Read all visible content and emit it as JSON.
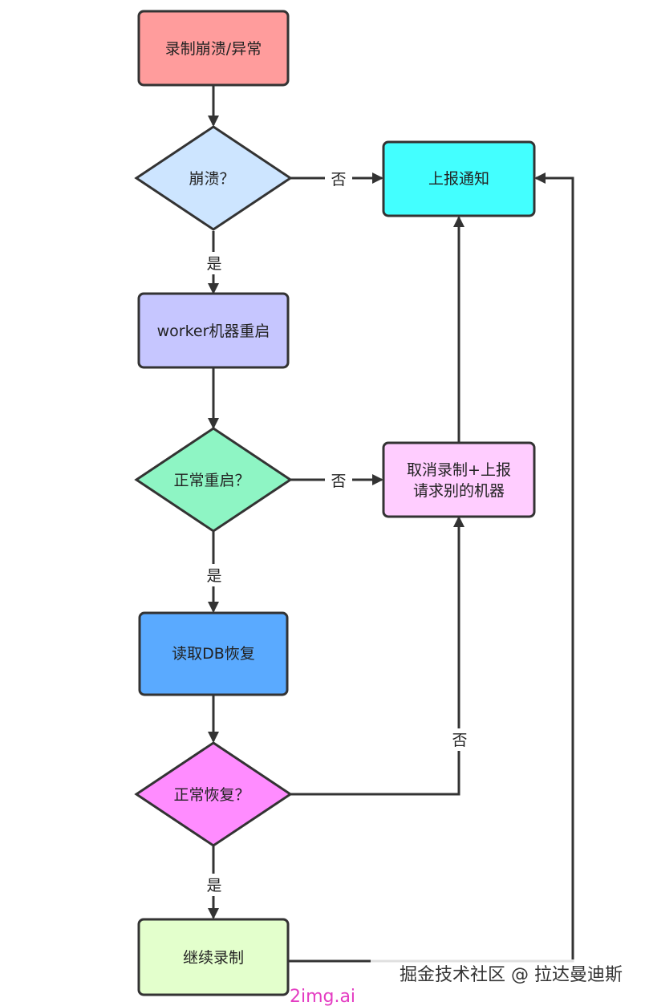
{
  "nodes": {
    "record_crash": {
      "label": "录制崩溃/异常",
      "fill": "#ff9c9c"
    },
    "crash_decision": {
      "label": "崩溃？",
      "fill": "#cde5ff"
    },
    "report_notify": {
      "label": "上报通知",
      "fill": "#43ffff"
    },
    "worker_restart": {
      "label": "worker机器重启",
      "fill": "#c6c6ff"
    },
    "normal_restart": {
      "label": "正常重启？",
      "fill": "#8ef5c4"
    },
    "cancel_record": {
      "label_line1": "取消录制+上报",
      "label_line2": "请求别的机器",
      "fill": "#ffcdff"
    },
    "read_db": {
      "label": "读取DB恢复",
      "fill": "#5aaaff"
    },
    "normal_recover": {
      "label": "正常恢复？",
      "fill": "#ff8cff"
    },
    "continue_record": {
      "label": "继续录制",
      "fill": "#e3ffcc"
    }
  },
  "edges": {
    "yes": "是",
    "no": "否"
  },
  "watermark": {
    "community": "掘金技术社区 @ 拉达曼迪斯",
    "site": "2img.ai"
  },
  "colors": {
    "stroke": "#333333",
    "line": "#333333"
  }
}
